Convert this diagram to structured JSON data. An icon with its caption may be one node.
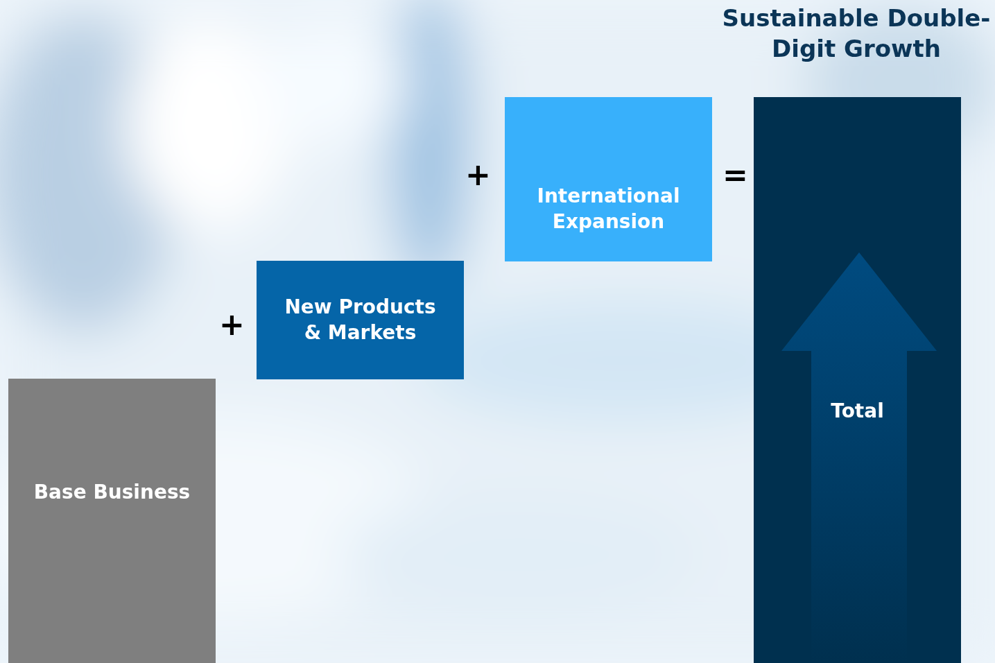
{
  "diagram": {
    "title": "Sustainable Double-Digit Growth",
    "nodes": [
      {
        "text": [
          "Base Business"
        ]
      },
      {
        "text": [
          "New Products & Markets"
        ]
      },
      {
        "text": [
          "International Expansion"
        ]
      },
      {
        "text": [
          "Total"
        ]
      }
    ],
    "labels": [
      "+",
      "+",
      "="
    ]
  }
}
